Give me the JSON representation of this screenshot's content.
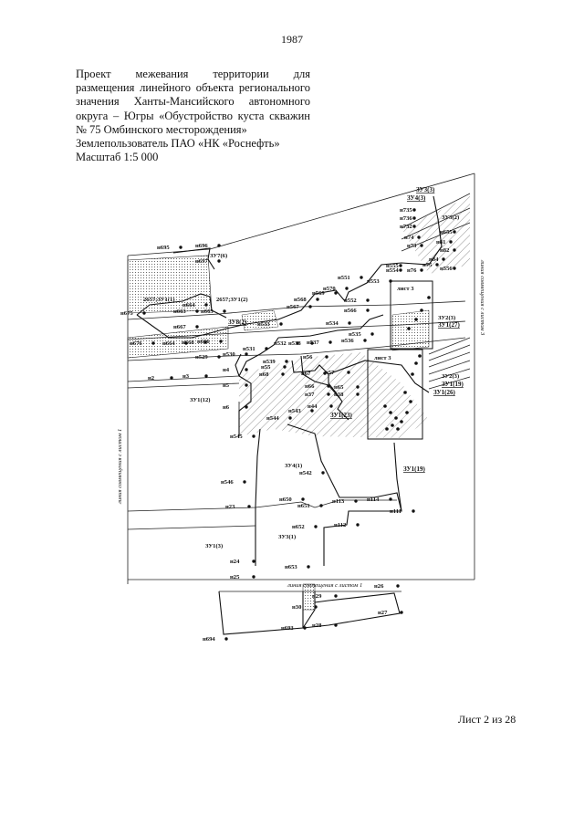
{
  "page_number": "1987",
  "title_lines": [
    "Проект межевания территории для",
    "размещения линейного объекта регионального",
    "значения Ханты-Мансийского автономного",
    "округа – Югры «Обустройство куста скважин",
    "№ 75 Омбинского месторождения»"
  ],
  "land_user": "Землепользователь ПАО «НК «Роснефть»",
  "scale": "Масштаб 1:5 000",
  "sheet_footer": "Лист 2 из 28",
  "map": {
    "insets": [
      "лист 3",
      "лист 3"
    ],
    "combination_lines": [
      "линия совмещения с листом 1",
      "линия совмещения с листом 1",
      "линия совмещения с листом 3"
    ],
    "zones": [
      "ЗУ3(3)",
      "ЗУ4(3)",
      "ЗУ3(2)",
      "ЗУ7(6)",
      "2657;ЗУ1(1)",
      "2657;ЗУ1(2)",
      "ЗУ8(2)",
      "ЗУ2(3)",
      "ЗУ1(27)",
      "ЗУ2(3)",
      "ЗУ1(19)",
      "ЗУ1(26)",
      "ЗУ1(12)",
      "ЗУ1(23)",
      "ЗУ4(1)",
      "ЗУ1(19)",
      "ЗУ3(1)",
      "ЗУ1(3)"
    ],
    "points": [
      "н735",
      "н736",
      "н732",
      "н74",
      "н73",
      "н655",
      "н81",
      "н82",
      "н84",
      "н75",
      "н556",
      "н555",
      "н554",
      "н76",
      "н551",
      "н553",
      "н570",
      "н569",
      "н552",
      "н568",
      "н567",
      "н566",
      "н695",
      "н696",
      "н697",
      "н675",
      "н663",
      "н664",
      "н665",
      "н667",
      "н533",
      "н534",
      "н537",
      "н538",
      "н535",
      "н536",
      "н676",
      "н664",
      "н668",
      "н666",
      "н530",
      "н531",
      "н532",
      "н529",
      "н539",
      "н55",
      "н68",
      "н56",
      "н57",
      "н67",
      "н4",
      "н2",
      "н3",
      "н5",
      "н66",
      "н65",
      "н37",
      "н38",
      "н6",
      "н44",
      "н543",
      "н544",
      "н545",
      "н542",
      "н546",
      "н650",
      "н651",
      "н113",
      "н114",
      "н23",
      "н652",
      "н112",
      "н111",
      "н24",
      "н653",
      "н25",
      "н26",
      "н29",
      "н30",
      "н27",
      "н28",
      "н693",
      "н694"
    ]
  }
}
